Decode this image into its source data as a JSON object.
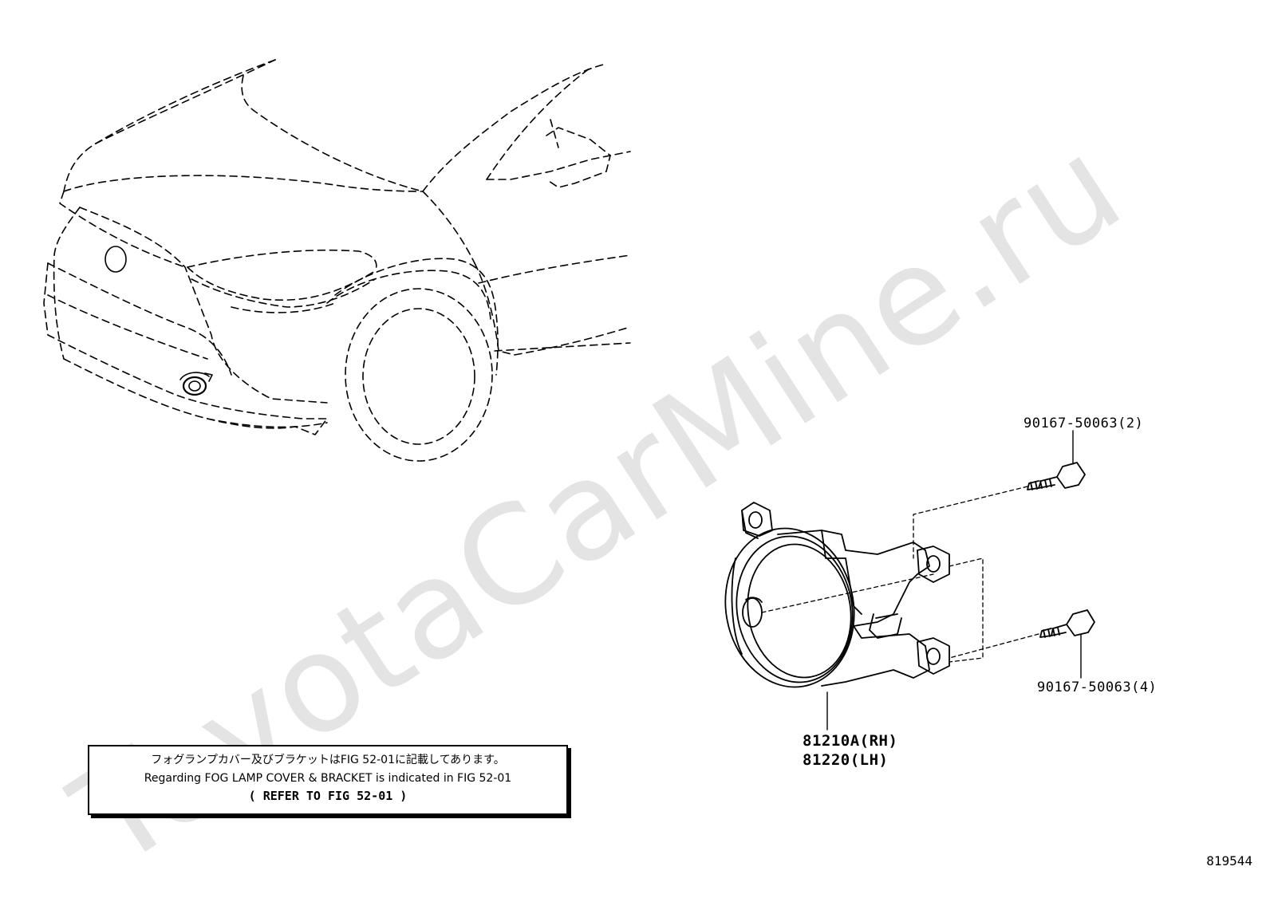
{
  "watermark": "ToyotaCarMine.ru",
  "parts": {
    "bolt_upper": "90167-50063(2)",
    "bolt_lower": "90167-50063(4)",
    "fog_lamp_rh": "81210A(RH)",
    "fog_lamp_lh": "81220(LH)"
  },
  "note": {
    "line_jp": "フォグランプカバー及びブラケットはFIG 52-01に記載してあります。",
    "line_en": "Regarding FOG LAMP COVER & BRACKET is indicated in FIG 52-01",
    "line_ref": "(  REFER TO FIG 52-01  )"
  },
  "figure_number": "819544"
}
